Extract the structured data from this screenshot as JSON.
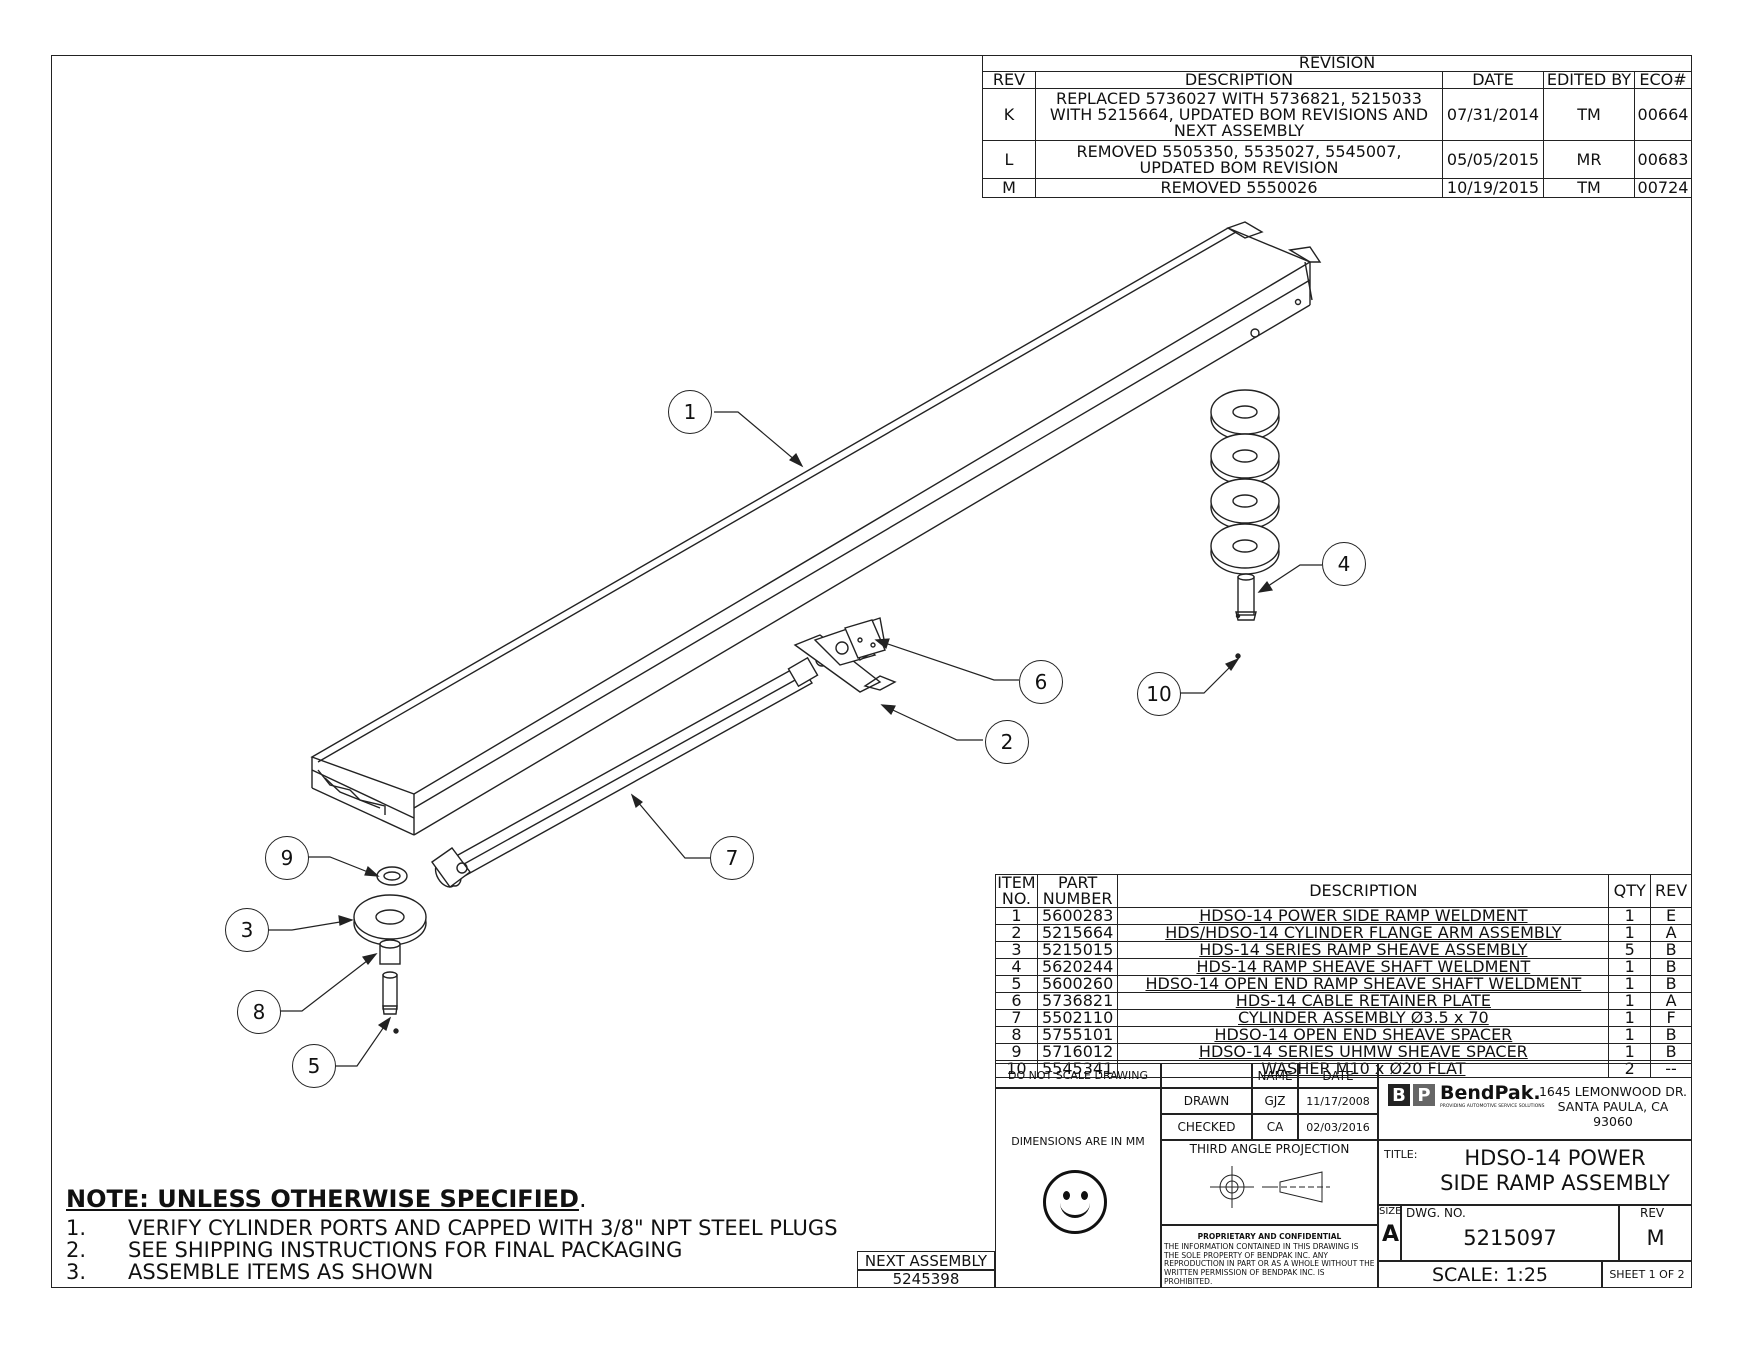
{
  "revision": {
    "title": "REVISION",
    "headers": [
      "REV",
      "DESCRIPTION",
      "DATE",
      "EDITED BY",
      "ECO#"
    ],
    "rows": [
      {
        "rev": "K",
        "desc": [
          "REPLACED 5736027 WITH 5736821, 5215033",
          "WITH 5215664, UPDATED BOM REVISIONS AND",
          "NEXT ASSEMBLY"
        ],
        "date": "07/31/2014",
        "by": "TM",
        "eco": "00664"
      },
      {
        "rev": "L",
        "desc": [
          "REMOVED 5505350, 5535027, 5545007,",
          "UPDATED BOM REVISION"
        ],
        "date": "05/05/2015",
        "by": "MR",
        "eco": "00683"
      },
      {
        "rev": "M",
        "desc": [
          "REMOVED 5550026"
        ],
        "date": "10/19/2015",
        "by": "TM",
        "eco": "00724"
      }
    ]
  },
  "balloons": [
    "1",
    "2",
    "3",
    "4",
    "5",
    "6",
    "7",
    "8",
    "9",
    "10"
  ],
  "bom": {
    "headers": {
      "item": [
        "ITEM",
        "NO."
      ],
      "part": [
        "PART",
        "NUMBER"
      ],
      "desc": "DESCRIPTION",
      "qty": "QTY",
      "rev": "REV"
    },
    "rows": [
      {
        "item": "1",
        "part": "5600283",
        "desc": "HDSO-14 POWER SIDE RAMP WELDMENT",
        "qty": "1",
        "rev": "E"
      },
      {
        "item": "2",
        "part": "5215664",
        "desc": "HDS/HDSO-14 CYLINDER FLANGE ARM ASSEMBLY",
        "qty": "1",
        "rev": "A"
      },
      {
        "item": "3",
        "part": "5215015",
        "desc": "HDS-14 SERIES RAMP SHEAVE ASSEMBLY",
        "qty": "5",
        "rev": "B"
      },
      {
        "item": "4",
        "part": "5620244",
        "desc": "HDS-14 RAMP SHEAVE SHAFT WELDMENT",
        "qty": "1",
        "rev": "B"
      },
      {
        "item": "5",
        "part": "5600260",
        "desc": "HDSO-14 OPEN END RAMP SHEAVE SHAFT WELDMENT",
        "qty": "1",
        "rev": "B"
      },
      {
        "item": "6",
        "part": "5736821",
        "desc": "HDS-14 CABLE RETAINER PLATE",
        "qty": "1",
        "rev": "A"
      },
      {
        "item": "7",
        "part": "5502110",
        "desc": "CYLINDER ASSEMBLY Ø3.5 x 70",
        "qty": "1",
        "rev": "F"
      },
      {
        "item": "8",
        "part": "5755101",
        "desc": "HDSO-14 OPEN END SHEAVE SPACER",
        "qty": "1",
        "rev": "B"
      },
      {
        "item": "9",
        "part": "5716012",
        "desc": "HDSO-14 SERIES UHMW SHEAVE SPACER",
        "qty": "1",
        "rev": "B"
      },
      {
        "item": "10",
        "part": "5545341",
        "desc": "WASHER M10 x Ø20 FLAT",
        "qty": "2",
        "rev": "--"
      }
    ]
  },
  "titleblock": {
    "do_not_scale": "DO NOT SCALE DRAWING",
    "name_hdr": "NAME",
    "date_hdr": "DATE",
    "drawn_label": "DRAWN",
    "drawn_name": "GJZ",
    "drawn_date": "11/17/2008",
    "checked_label": "CHECKED",
    "checked_name": "CA",
    "checked_date": "02/03/2016",
    "dimensions": "DIMENSIONS ARE IN MM",
    "projection": "THIRD ANGLE PROJECTION",
    "company_logo": "BendPak.",
    "company_tagline": "PROVIDING AUTOMOTIVE SERVICE SOLUTIONS",
    "address_line1": "1645 LEMONWOOD DR.",
    "address_line2": "SANTA PAULA, CA 93060",
    "title_label": "TITLE:",
    "title_line1": "HDSO-14 POWER",
    "title_line2": "SIDE RAMP ASSEMBLY",
    "prop_title": "PROPRIETARY AND CONFIDENTIAL",
    "prop_text": "THE INFORMATION CONTAINED IN THIS DRAWING IS THE SOLE PROPERTY OF BENDPAK INC. ANY REPRODUCTION IN PART OR AS A WHOLE WITHOUT THE WRITTEN PERMISSION OF BENDPAK INC. IS PROHIBITED.",
    "size_label": "SIZE",
    "size_value": "A",
    "dwg_label": "DWG. NO.",
    "dwg_value": "5215097",
    "rev_label": "REV",
    "rev_value": "M",
    "scale": "SCALE: 1:25",
    "sheet": "SHEET 1 OF 2"
  },
  "next_assembly": {
    "label": "NEXT ASSEMBLY",
    "value": "5245398"
  },
  "notes": {
    "header": "NOTE: UNLESS OTHERWISE SPECIFIED",
    "items": [
      {
        "num": "1.",
        "text": "VERIFY CYLINDER PORTS AND CAPPED WITH 3/8\" NPT STEEL PLUGS"
      },
      {
        "num": "2.",
        "text": "SEE SHIPPING INSTRUCTIONS FOR FINAL PACKAGING"
      },
      {
        "num": "3.",
        "text": "ASSEMBLE ITEMS AS SHOWN"
      }
    ]
  }
}
